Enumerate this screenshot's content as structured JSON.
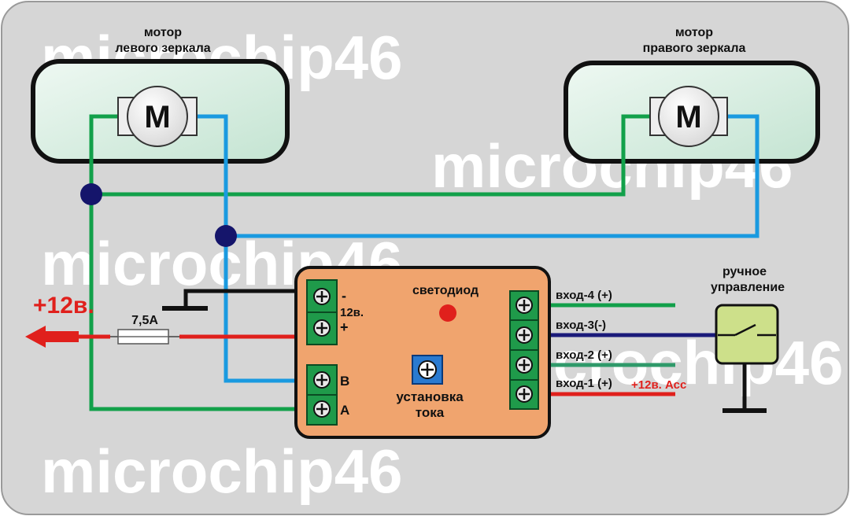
{
  "watermarks": [
    "microchip46",
    "microchip46",
    "microchip46",
    "microchip46",
    "microchip46"
  ],
  "motors": {
    "left": {
      "line1": "мотор",
      "line2": "левого зеркала",
      "symbol": "M"
    },
    "right": {
      "line1": "мотор",
      "line2": "правого зеркала",
      "symbol": "M"
    }
  },
  "power": {
    "label": "+12в.",
    "fuse": "7,5А"
  },
  "controller": {
    "led_label": "светодиод",
    "trim_label_1": "установка",
    "trim_label_2": "тока",
    "term_minus": "-",
    "term_12v": "12в.",
    "term_plus": "+",
    "term_b": "B",
    "term_a": "A"
  },
  "inputs": {
    "in4": "вход-4 (+)",
    "in3": "вход-3(-)",
    "in2": "вход-2 (+)",
    "in1": "вход-1 (+)",
    "acc": "+12в. Асс"
  },
  "manual": {
    "line1": "ручное",
    "line2": "управление"
  },
  "colors": {
    "background": "#d6d6d6",
    "motor_box": "#d8efe0",
    "controller": "#f0a46e",
    "terminal": "#1f9a4a",
    "wire_green": "#12a04a",
    "wire_blue": "#1a9ae0",
    "wire_red": "#e0201c",
    "wire_black": "#111111",
    "wire_navy": "#1a1a7a",
    "node": "#15156b",
    "led": "#e0201c",
    "switch_box": "#cde08a"
  }
}
